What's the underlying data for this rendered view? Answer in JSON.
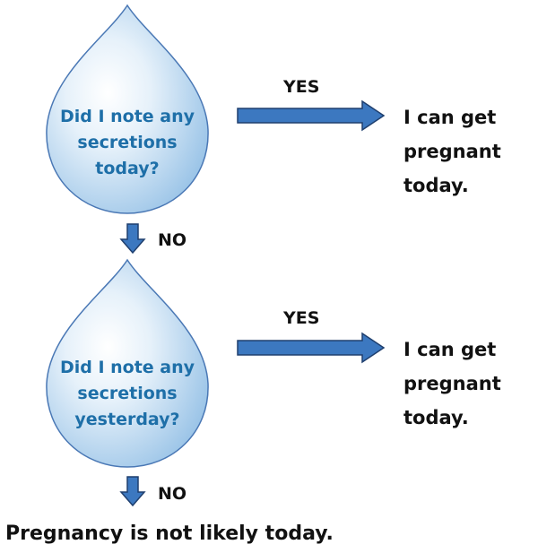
{
  "colors": {
    "drop_gradient_light": "#ffffff",
    "drop_gradient_dark": "#8dbce4",
    "drop_stroke": "#4a78b5",
    "arrow_fill": "#3c78c0",
    "arrow_stroke": "#1f3f6e",
    "question_text": "#1e6fa8",
    "body_text": "#111111"
  },
  "nodes": [
    {
      "question_lines": [
        "Did I note any",
        "secretions",
        "today?"
      ],
      "yes_label": "YES",
      "outcome_lines": [
        "I can get",
        "pregnant",
        "today."
      ],
      "no_label": "NO"
    },
    {
      "question_lines": [
        "Did I note any",
        "secretions",
        "yesterday?"
      ],
      "yes_label": "YES",
      "outcome_lines": [
        "I can get",
        "pregnant",
        "today."
      ],
      "no_label": "NO"
    }
  ],
  "final_outcome": "Pregnancy is not likely today."
}
